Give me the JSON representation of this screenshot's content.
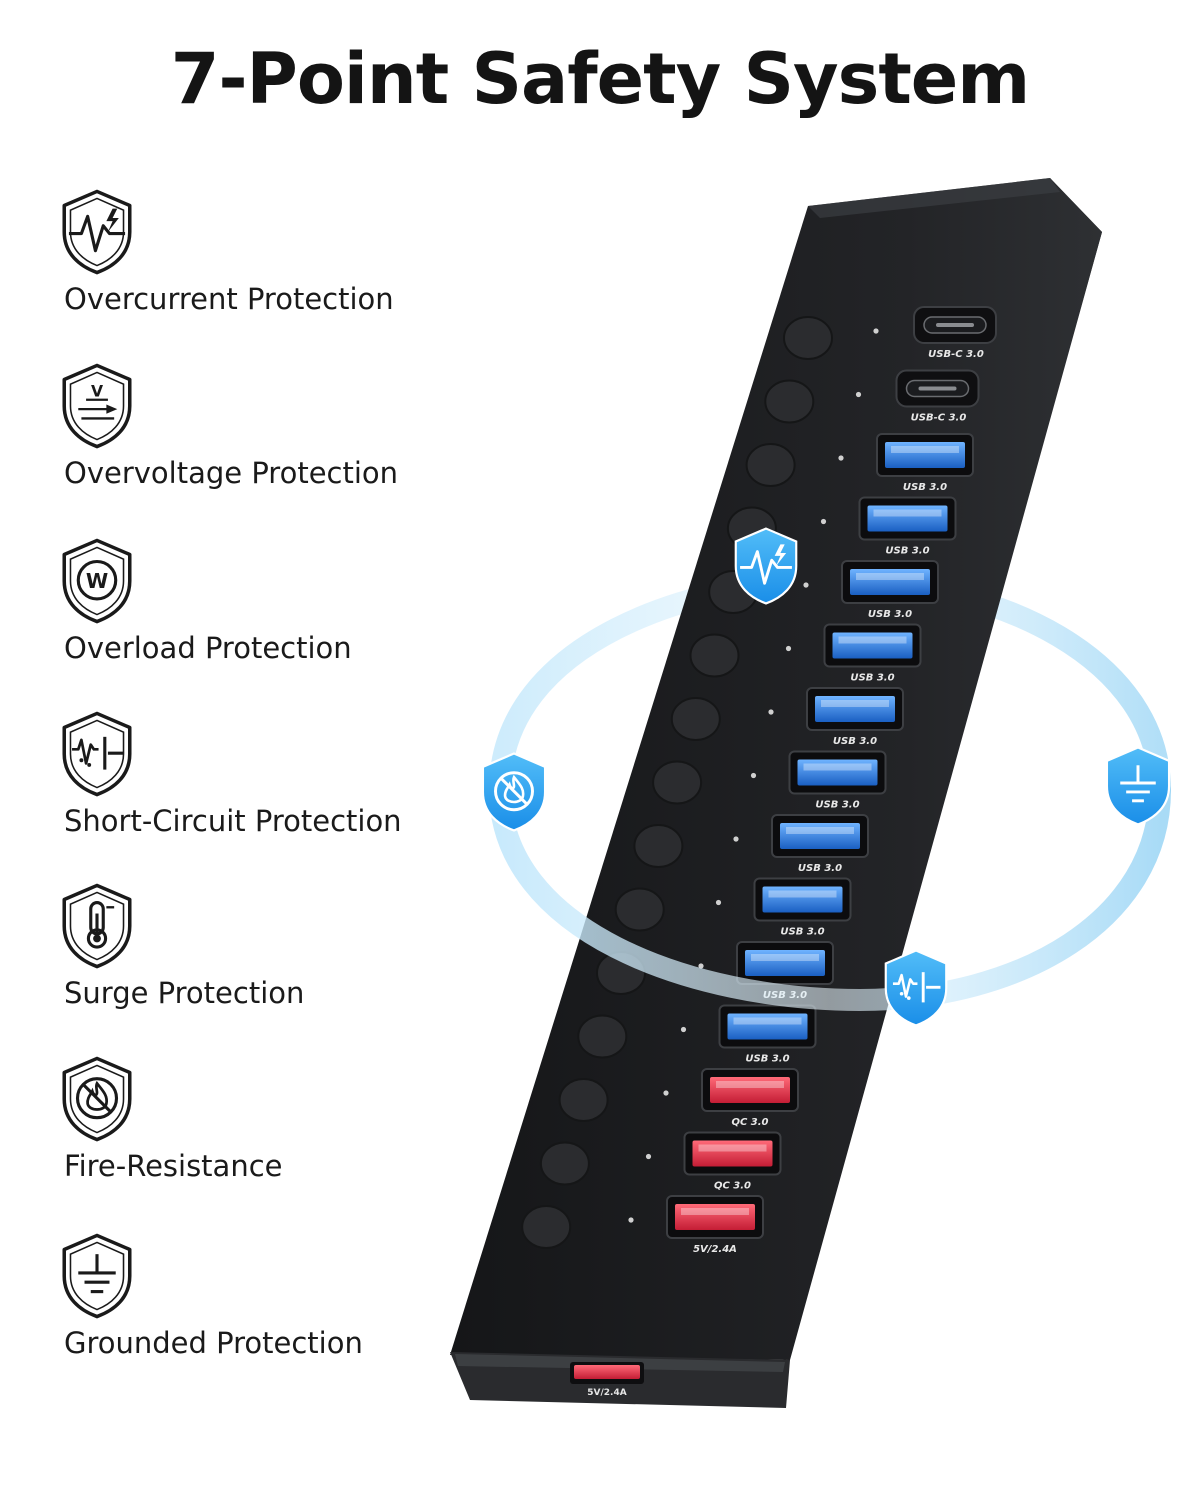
{
  "title": "7-Point Safety System",
  "features": [
    {
      "label": "Overcurrent Protection",
      "icon": "overcurrent-icon"
    },
    {
      "label": "Overvoltage Protection",
      "icon": "overvoltage-icon"
    },
    {
      "label": "Overload Protection",
      "icon": "overload-icon"
    },
    {
      "label": "Short-Circuit Protection",
      "icon": "short-circuit-icon"
    },
    {
      "label": "Surge Protection",
      "icon": "surge-icon"
    },
    {
      "label": "Fire-Resistance",
      "icon": "fire-resistance-icon"
    },
    {
      "label": "Grounded Protection",
      "icon": "ground-icon"
    }
  ],
  "hub": {
    "ports": [
      {
        "type": "usb-c",
        "label": "USB-C 3.0"
      },
      {
        "type": "usb-c",
        "label": "USB-C 3.0"
      },
      {
        "type": "usb-a-blue",
        "label": "USB 3.0"
      },
      {
        "type": "usb-a-blue",
        "label": "USB 3.0"
      },
      {
        "type": "usb-a-blue",
        "label": "USB 3.0"
      },
      {
        "type": "usb-a-blue",
        "label": "USB 3.0"
      },
      {
        "type": "usb-a-blue",
        "label": "USB 3.0"
      },
      {
        "type": "usb-a-blue",
        "label": "USB 3.0"
      },
      {
        "type": "usb-a-blue",
        "label": "USB 3.0"
      },
      {
        "type": "usb-a-blue",
        "label": "USB 3.0"
      },
      {
        "type": "usb-a-blue",
        "label": "USB 3.0"
      },
      {
        "type": "usb-a-blue",
        "label": "USB 3.0"
      },
      {
        "type": "usb-a-red",
        "label": "QC 3.0"
      },
      {
        "type": "usb-a-red",
        "label": "QC 3.0"
      },
      {
        "type": "usb-a-red",
        "label": "5V/2.4A"
      }
    ],
    "end_port_label": "5V/2.4A"
  },
  "badges": [
    {
      "icon": "overcurrent-icon"
    },
    {
      "icon": "fire-resistance-icon"
    },
    {
      "icon": "ground-icon"
    },
    {
      "icon": "short-circuit-icon"
    }
  ],
  "colors": {
    "title": "#141414",
    "hub_body": "#1e1f21",
    "usb_blue": "#2d7fe0",
    "usb_red": "#e0344a",
    "badge_blue": "#2aa0f0",
    "ring": "#9fd6f5"
  }
}
